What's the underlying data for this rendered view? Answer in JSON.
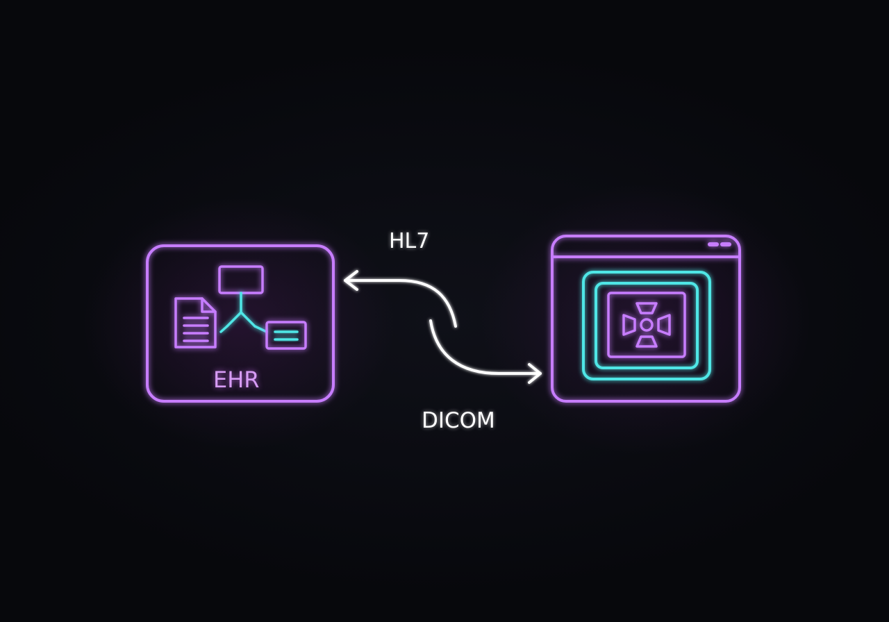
{
  "nodes": {
    "ehr": {
      "label": "EHR"
    },
    "pacs": {
      "label": ""
    }
  },
  "connections": {
    "top": {
      "label": "HL7",
      "direction": "to-ehr"
    },
    "bottom": {
      "label": "DICOM",
      "direction": "to-imaging-viewer"
    }
  },
  "colors": {
    "magenta": "#c77dff",
    "cyan": "#4fe6e6",
    "white": "#ffffff",
    "background": "#07080c"
  },
  "icons": {
    "ehr": [
      "document-icon",
      "flowchart-icon"
    ],
    "pacs": [
      "browser-window-icon",
      "radiation-icon"
    ]
  }
}
